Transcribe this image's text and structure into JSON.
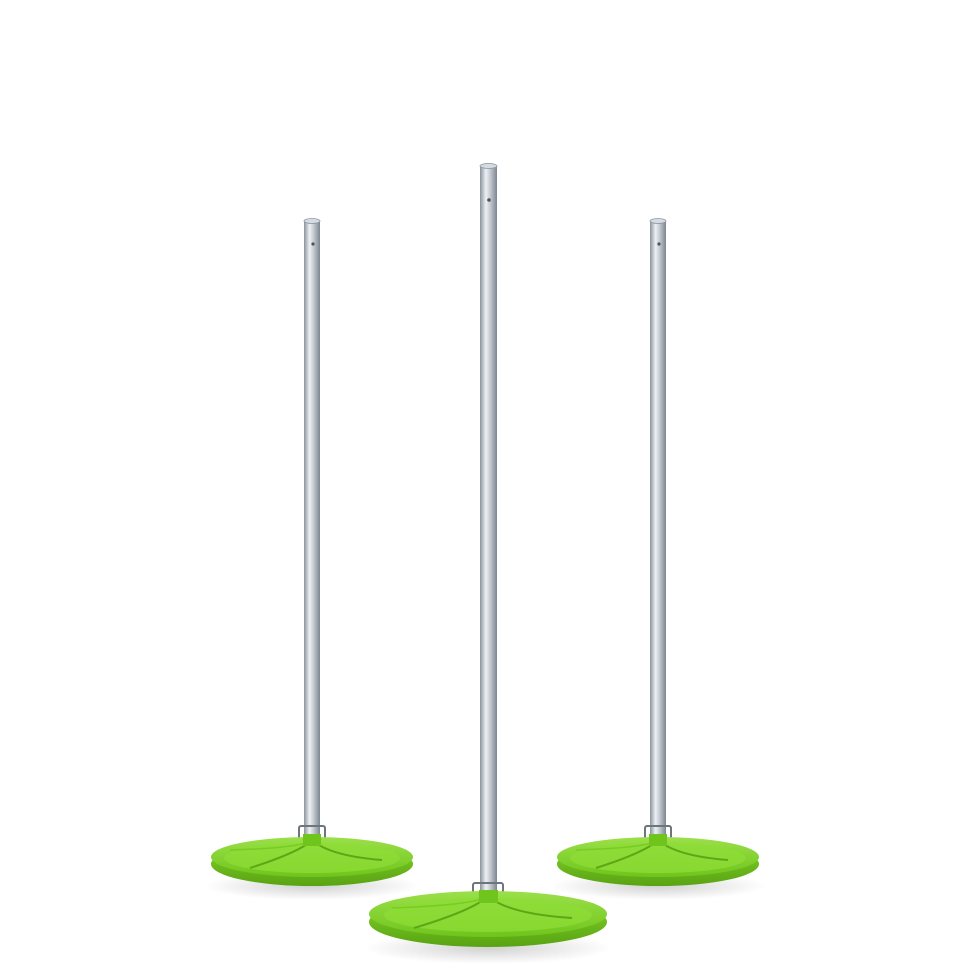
{
  "scene": {
    "subject": "poultry-feeder-pans-on-poles",
    "background": "#ffffff",
    "colors": {
      "pan_green": "#7ed321",
      "pan_green_dark": "#5ea617",
      "pan_green_light": "#a6e65a",
      "pole_steel": "#b9c0c8",
      "pole_steel_dark": "#8a939c",
      "pole_steel_light": "#eef1f4"
    },
    "feeders": [
      {
        "name": "left-feeder"
      },
      {
        "name": "center-feeder"
      },
      {
        "name": "right-feeder"
      }
    ]
  }
}
